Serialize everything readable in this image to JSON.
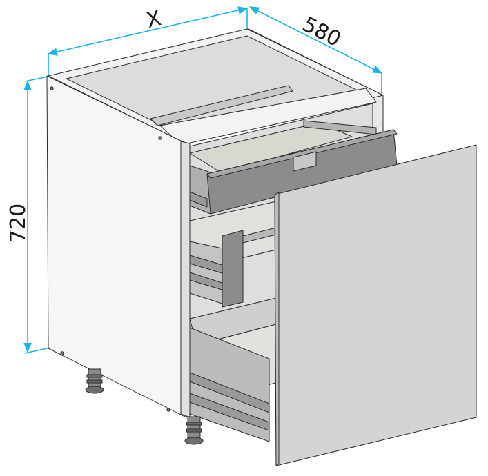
{
  "dimensions": {
    "width_label": "X",
    "depth_label": "580",
    "height_label": "720"
  },
  "colors": {
    "dimension_line": "#19b5e6",
    "outline": "#2a2a2a",
    "panel_white": "#f4f4f4",
    "panel_light": "#e4e4e4",
    "interior_grey": "#d2d2d2",
    "drawer_grey": "#8c8c8c",
    "front_panel": "#d4d4d4",
    "metal": "#9a9a9a"
  },
  "components": {
    "drawers": [
      "upper-drawer",
      "middle-drawer",
      "lower-drawer"
    ],
    "feet": 2,
    "front_panel": "door-front"
  }
}
